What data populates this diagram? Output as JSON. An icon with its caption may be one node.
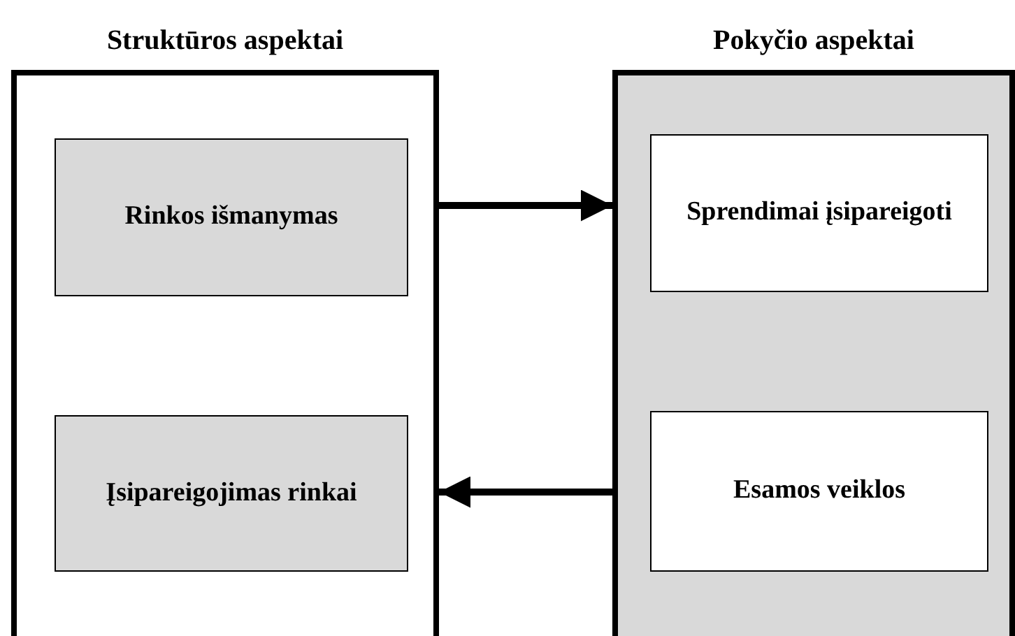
{
  "diagram": {
    "nodes": [
      {
        "text": [
          "Struktūros aspektai"
        ]
      },
      {
        "text": [
          "Rinkos išmanymas"
        ],
        "in": 0
      },
      {
        "text": [
          "Įsipareigojimas rinkai"
        ],
        "in": 0
      },
      {
        "text": [
          "Pokyčio aspektai"
        ]
      },
      {
        "text": [
          "Sprendimai įsipareigoti"
        ],
        "in": 3
      },
      {
        "text": [
          "Esamos veiklos"
        ],
        "in": 3
      }
    ],
    "edges": [
      {
        "from": 0,
        "to": 3,
        "arrow": "to"
      },
      {
        "from": 3,
        "to": 0,
        "arrow": "to"
      }
    ]
  }
}
